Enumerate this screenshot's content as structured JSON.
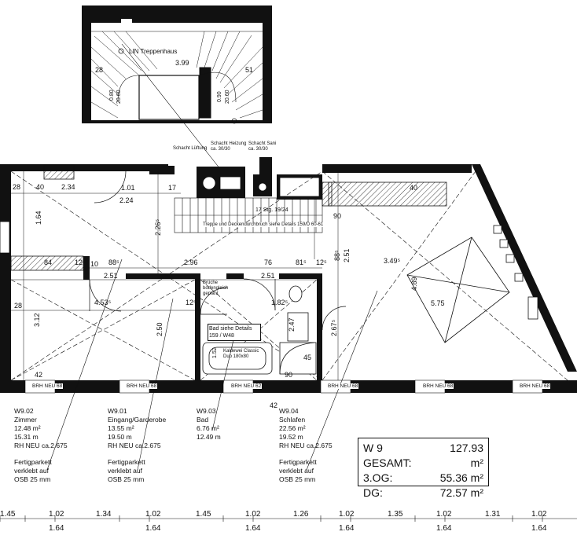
{
  "stair_label": "LIN Treppenhaus",
  "stair_dims": {
    "width": "3.99",
    "left": "28",
    "right": "51",
    "v1": "0.80",
    "v2": "20.60",
    "v3": "0.90",
    "v4": "20.60"
  },
  "shaft_labels": {
    "ventilation": "Schacht Lüftung",
    "heating": "Schacht Heizung ca. 30/30",
    "sani": "Schacht Sani ca. 30/30"
  },
  "stair_note": "17 Stg. 19/24",
  "opening_note": "Treppe und Deckendurchbruch siehe Details 159/D 60-61",
  "bath_note": "Bad siehe Details 159 / W48",
  "tub_note": "Kaldewei Classic Duo 180x80",
  "shower_note": "Brüche bodengleich geplant",
  "plan_dims": {
    "d_28_top": "28",
    "d_40": "40",
    "d_234": "2.34",
    "d_101": "1.01",
    "d_224": "2.24",
    "d_17": "17",
    "d_164": "1.64",
    "d_2265": "2.26⁵",
    "d_84": "84",
    "d_12": "12",
    "d_10": "10",
    "d_885": "88⁵",
    "d_296": "2.96",
    "d_76": "76",
    "d_815": "81⁵",
    "d_125a": "12⁵",
    "d_885b": "88⁵",
    "d_251": "2.51",
    "d_3495": "3.49⁵",
    "d_40b": "40",
    "d_251b": "2.51",
    "d_251c": "2.51",
    "d_28_left": "28",
    "d_312": "3.12",
    "d_4535": "4.53⁵",
    "d_250": "2.50",
    "d_125b": "12⁵",
    "d_1825": "1.82⁵",
    "d_247": "2.47",
    "d_2675": "2.67⁵",
    "d_575": "5.75",
    "d_489": "4.89",
    "d_90": "90",
    "d_42a": "42",
    "d_42b": "42",
    "d_45": "45",
    "d_90b": "90",
    "d_152": "1.52"
  },
  "brh": [
    "BRH NEU 68",
    "BRH NEU 68",
    "BRH NEU 62",
    "BRH NEU 68",
    "BRH NEU 68",
    "BRH NEU 68"
  ],
  "rooms": [
    {
      "code": "W9.02",
      "name": "Zimmer",
      "area": "12.48 m²",
      "perimeter": "15.31 m",
      "rh": "RH NEU ca.2.675",
      "floor": [
        "Fertigparkett",
        "verklebt auf",
        "OSB 25 mm"
      ]
    },
    {
      "code": "W9.01",
      "name": "Eingang/Garderobe",
      "area": "13.55 m²",
      "perimeter": "19.50 m",
      "rh": "RH NEU ca.2.675",
      "floor": [
        "Fertigparkett",
        "verklebt auf",
        "OSB 25 mm"
      ]
    },
    {
      "code": "W9.03",
      "name": "Bad",
      "area": "6.76 m²",
      "perimeter": "12.49 m",
      "rh": "",
      "floor": []
    },
    {
      "code": "W9.04",
      "name": "Schlafen",
      "area": "22.56 m²",
      "perimeter": "19.52 m",
      "rh": "RH NEU ca.2.675",
      "floor": [
        "Fertigparkett",
        "verklebt auf",
        "OSB 25 mm"
      ]
    }
  ],
  "summary": [
    {
      "label": "W 9 GESAMT:",
      "value": "127.93 m²"
    },
    {
      "label": "3.OG:",
      "value": "55.36 m²"
    },
    {
      "label": "DG:",
      "value": "72.57 m²"
    }
  ],
  "bottom_dims_top": [
    "1.45",
    "1.02",
    "1.34",
    "1.02",
    "1.45",
    "1.02",
    "1.26",
    "1.02",
    "1.35",
    "1.02",
    "1.31",
    "1.02"
  ],
  "bottom_dims_bottom": [
    "1.64",
    "1.64",
    "1.64",
    "1.64",
    "1.64",
    "1.64"
  ]
}
